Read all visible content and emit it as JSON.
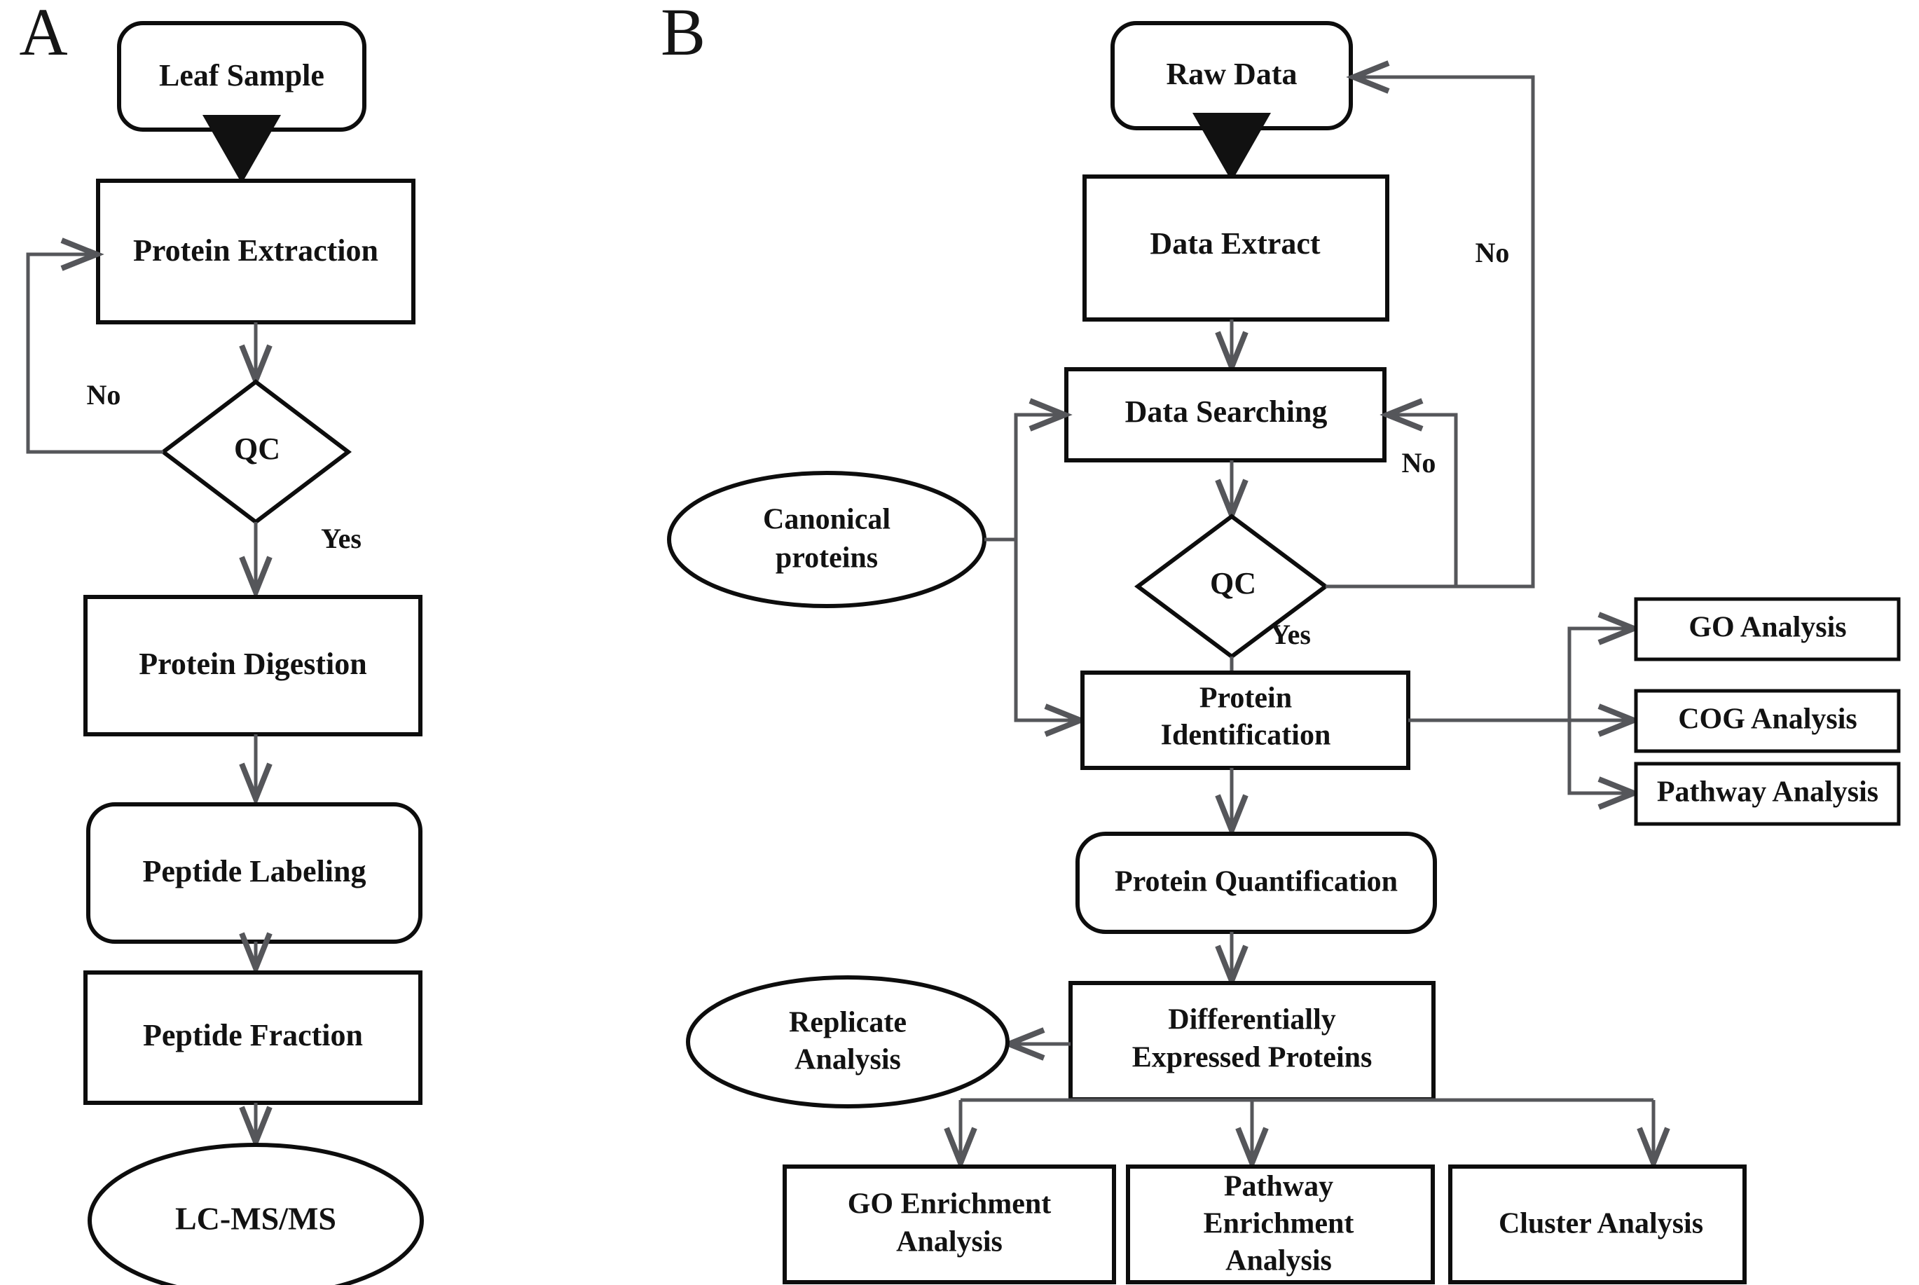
{
  "figure": {
    "panels": [
      {
        "id": "A",
        "letter": "A",
        "title_none": ""
      },
      {
        "id": "B",
        "letter": "B",
        "title_none": ""
      }
    ]
  },
  "panel_a": {
    "letter": "A",
    "nodes": [
      {
        "key": "leaf_sample",
        "label": "Leaf Sample",
        "shape": "rounded-rect"
      },
      {
        "key": "protein_extraction",
        "label": "Protein Extraction",
        "shape": "rect"
      },
      {
        "key": "qc",
        "label": "QC",
        "shape": "diamond"
      },
      {
        "key": "protein_digestion",
        "label": "Protein Digestion",
        "shape": "rect"
      },
      {
        "key": "peptide_labeling",
        "label": "Peptide Labeling",
        "shape": "rounded-rect"
      },
      {
        "key": "peptide_fraction",
        "label": "Peptide Fraction",
        "shape": "rect"
      },
      {
        "key": "lc_ms_ms",
        "label": "LC-MS/MS",
        "shape": "ellipse"
      }
    ],
    "edge_labels": [
      {
        "key": "qc_no",
        "label": "No"
      },
      {
        "key": "qc_yes",
        "label": "Yes"
      }
    ]
  },
  "panel_b": {
    "letter": "B",
    "nodes": [
      {
        "key": "raw_data",
        "label": "Raw Data",
        "shape": "rounded-rect"
      },
      {
        "key": "data_extract",
        "label": "Data Extract",
        "shape": "rect"
      },
      {
        "key": "data_searching",
        "label": "Data Searching",
        "shape": "rect"
      },
      {
        "key": "qc",
        "label": "QC",
        "shape": "diamond"
      },
      {
        "key": "canonical_proteins",
        "label": "Canonical proteins",
        "shape": "ellipse",
        "lines": [
          "Canonical",
          "proteins"
        ]
      },
      {
        "key": "protein_identification",
        "label": "Protein Identification",
        "shape": "rect",
        "lines": [
          "Protein",
          "Identification"
        ]
      },
      {
        "key": "go_analysis",
        "label": "GO Analysis",
        "shape": "rect"
      },
      {
        "key": "cog_analysis",
        "label": "COG Analysis",
        "shape": "rect"
      },
      {
        "key": "pathway_analysis",
        "label": "Pathway Analysis",
        "shape": "rect"
      },
      {
        "key": "protein_quantification",
        "label": "Protein Quantification",
        "shape": "rounded-rect"
      },
      {
        "key": "differentially_expressed_proteins",
        "label": "Differentially Expressed Proteins",
        "shape": "rect",
        "lines": [
          "Differentially",
          "Expressed Proteins"
        ]
      },
      {
        "key": "replicate_analysis",
        "label": "Replicate Analysis",
        "shape": "ellipse",
        "lines": [
          "Replicate",
          "Analysis"
        ]
      },
      {
        "key": "go_enrichment_analysis",
        "label": "GO Enrichment Analysis",
        "shape": "rect",
        "lines": [
          "GO Enrichment",
          "Analysis"
        ]
      },
      {
        "key": "pathway_enrichment_analysis",
        "label": "Pathway Enrichment Analysis",
        "shape": "rect",
        "lines": [
          "Pathway",
          "Enrichment",
          "Analysis"
        ]
      },
      {
        "key": "cluster_analysis",
        "label": "Cluster Analysis",
        "shape": "rect"
      }
    ],
    "edge_labels": [
      {
        "key": "qc_no_to_raw_data",
        "label": "No"
      },
      {
        "key": "qc_no_to_data_searching",
        "label": "No"
      },
      {
        "key": "qc_yes",
        "label": "Yes"
      }
    ]
  },
  "colors": {
    "stroke": "#0d0d0d",
    "edge": "#55565a",
    "text": "#121212",
    "background": "#ffffff"
  }
}
